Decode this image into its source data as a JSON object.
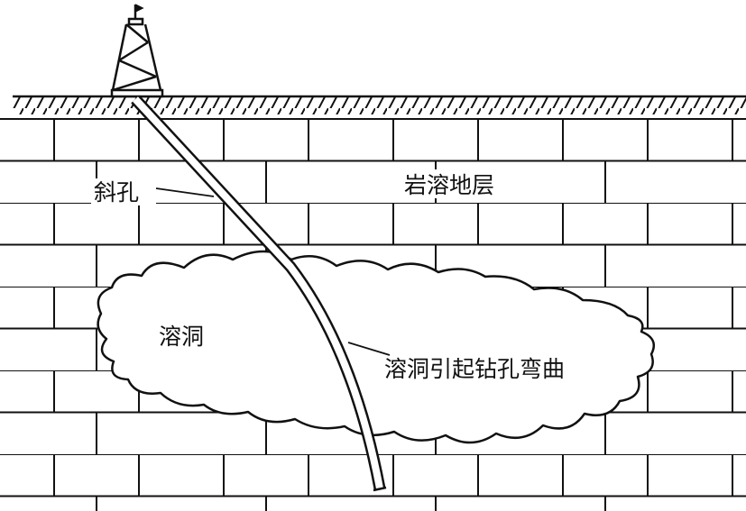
{
  "labels": {
    "inclined_hole": "斜孔",
    "karst_stratum": "岩溶地层",
    "karst_cave": "溶洞",
    "cave_bending": "溶洞引起钻孔弯曲"
  },
  "colors": {
    "line": "#111111",
    "background": "#ffffff"
  }
}
